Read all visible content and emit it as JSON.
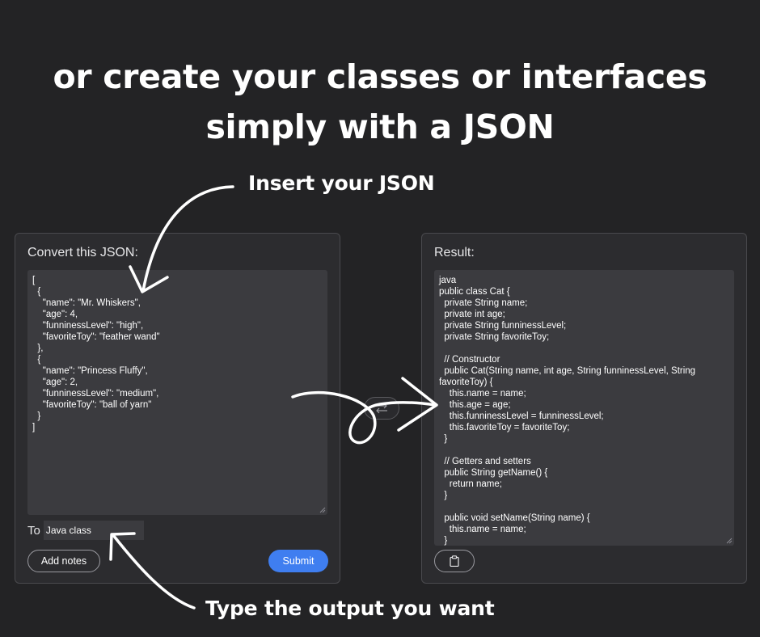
{
  "headline": {
    "line1": "or create your classes or interfaces",
    "line2": "simply with a JSON"
  },
  "annotations": {
    "insert_json": "Insert your JSON",
    "type_output": "Type the output you want"
  },
  "input_panel": {
    "title": "Convert this JSON:",
    "code_lines": [
      "[",
      "  {",
      "    \"name\": \"Mr. Whiskers\",",
      "    \"age\": 4,",
      "    \"funninessLevel\": \"high\",",
      "    \"favoriteToy\": \"feather wand\"",
      "  },",
      "  {",
      "    \"name\": \"Princess Fluffy\",",
      "    \"age\": 2,",
      "    \"funninessLevel\": \"medium\",",
      "    \"favoriteToy\": \"ball of yarn\"",
      "  }",
      "]"
    ],
    "to_label": "To",
    "to_value": "Java class",
    "add_notes_label": "Add notes",
    "submit_label": "Submit"
  },
  "result_panel": {
    "title": "Result:",
    "code_lines": [
      "java",
      "public class Cat {",
      "  private String name;",
      "  private int age;",
      "  private String funninessLevel;",
      "  private String favoriteToy;",
      "",
      "  // Constructor",
      "  public Cat(String name, int age, String funninessLevel, String",
      "favoriteToy) {",
      "    this.name = name;",
      "    this.age = age;",
      "    this.funninessLevel = funninessLevel;",
      "    this.favoriteToy = favoriteToy;",
      "  }",
      "",
      "  // Getters and setters",
      "  public String getName() {",
      "    return name;",
      "  }",
      "",
      "  public void setName(String name) {",
      "    this.name = name;",
      "  }"
    ]
  },
  "icons": {
    "swap": "swap-arrows-icon",
    "copy": "clipboard-icon"
  },
  "colors": {
    "background": "#232325",
    "panel": "#2c2c2f",
    "code_area": "#3b3b3f",
    "submit": "#3f7ef0"
  }
}
